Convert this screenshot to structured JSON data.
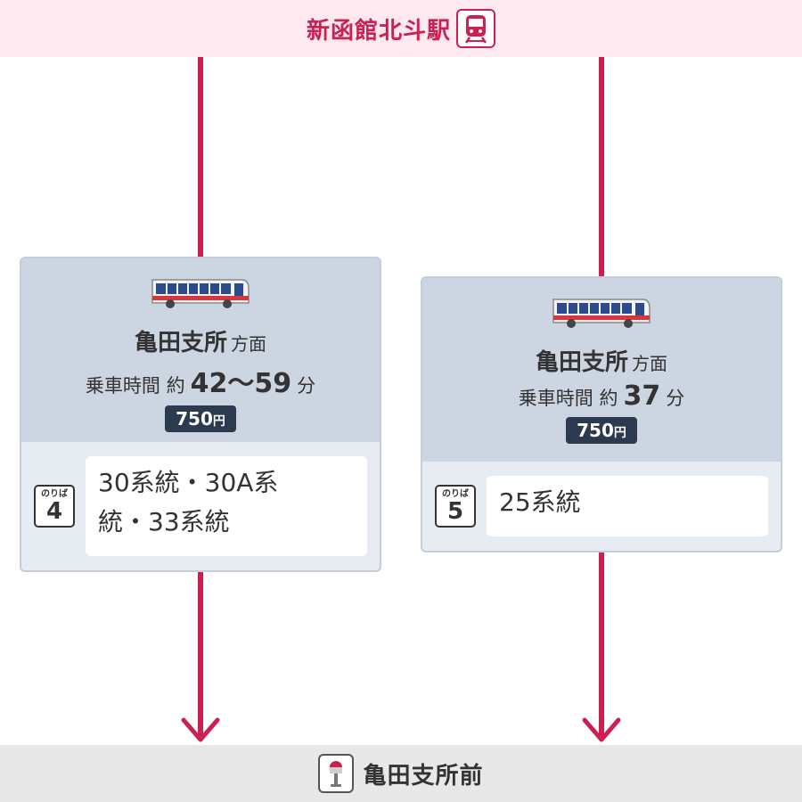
{
  "origin": {
    "name": "新函館北斗駅",
    "icon": "train-icon"
  },
  "destination": {
    "name": "亀田支所前",
    "icon": "bus-stop-icon"
  },
  "colors": {
    "accent": "#cc1f52",
    "card": "#ccd5e2",
    "fare_badge": "#2b3a4f"
  },
  "routes": [
    {
      "direction": "亀田支所",
      "direction_suffix": "方面",
      "ride_label": "乗車時間",
      "approx_label": "約",
      "time": "42〜59",
      "time_unit": "分",
      "fare": "750",
      "fare_unit": "円",
      "noriba_label": "のりば",
      "noriba_number": "4",
      "systems_line1": "30系統・30A系",
      "systems_line2": "統・33系統"
    },
    {
      "direction": "亀田支所",
      "direction_suffix": "方面",
      "ride_label": "乗車時間",
      "approx_label": "約",
      "time": "37",
      "time_unit": "分",
      "fare": "750",
      "fare_unit": "円",
      "noriba_label": "のりば",
      "noriba_number": "5",
      "systems_line1": "25系統",
      "systems_line2": ""
    }
  ]
}
